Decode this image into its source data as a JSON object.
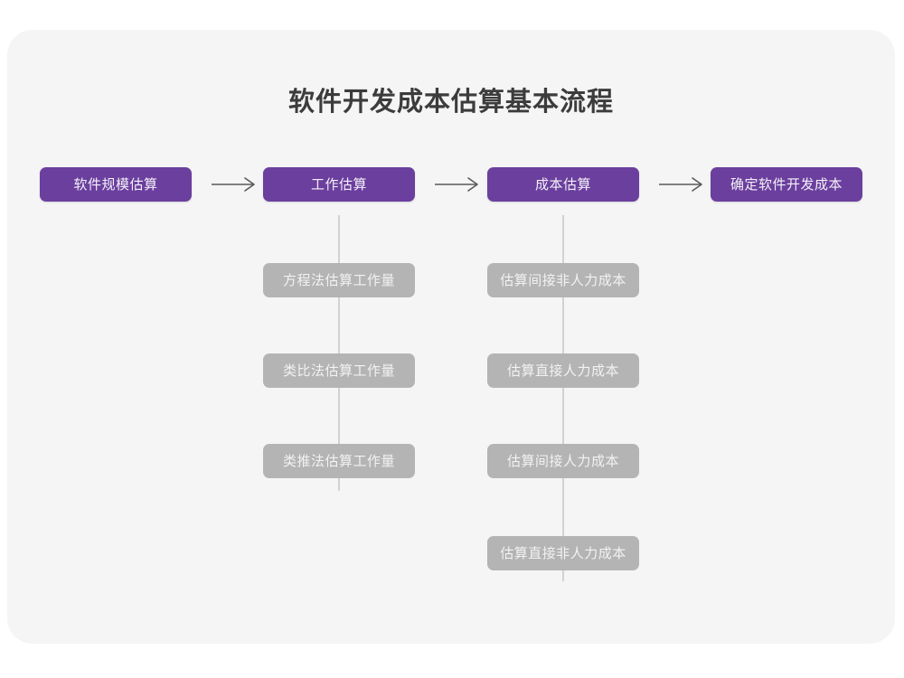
{
  "diagram": {
    "title": "软件开发成本估算基本流程",
    "type": "flowchart",
    "background_color": "#f5f5f5",
    "page_color": "#ffffff",
    "primary_color": "#6b3f9e",
    "secondary_color": "#b4b4b4",
    "connector_color": "#d2d2d2",
    "arrow_color": "#595959",
    "main_steps": [
      {
        "id": "step-1",
        "label": "软件规模估算"
      },
      {
        "id": "step-2",
        "label": "工作估算"
      },
      {
        "id": "step-3",
        "label": "成本估算"
      },
      {
        "id": "step-4",
        "label": "确定软件开发成本"
      }
    ],
    "arrows": [
      {
        "id": "arrow-1",
        "glyph": "→",
        "from": "软件规模估算",
        "to": "工作估算"
      },
      {
        "id": "arrow-2",
        "glyph": "→",
        "from": "工作估算",
        "to": "成本估算"
      },
      {
        "id": "arrow-3",
        "glyph": "→",
        "from": "成本估算",
        "to": "确定软件开发成本"
      }
    ],
    "sub_steps_work": [
      {
        "id": "work-1",
        "label": "方程法估算工作量"
      },
      {
        "id": "work-2",
        "label": "类比法估算工作量"
      },
      {
        "id": "work-3",
        "label": "类推法估算工作量"
      }
    ],
    "sub_steps_cost": [
      {
        "id": "cost-1",
        "label": "估算间接非人力成本"
      },
      {
        "id": "cost-2",
        "label": "估算直接人力成本"
      },
      {
        "id": "cost-3",
        "label": "估算间接人力成本"
      },
      {
        "id": "cost-4",
        "label": "估算直接非人力成本"
      }
    ]
  }
}
